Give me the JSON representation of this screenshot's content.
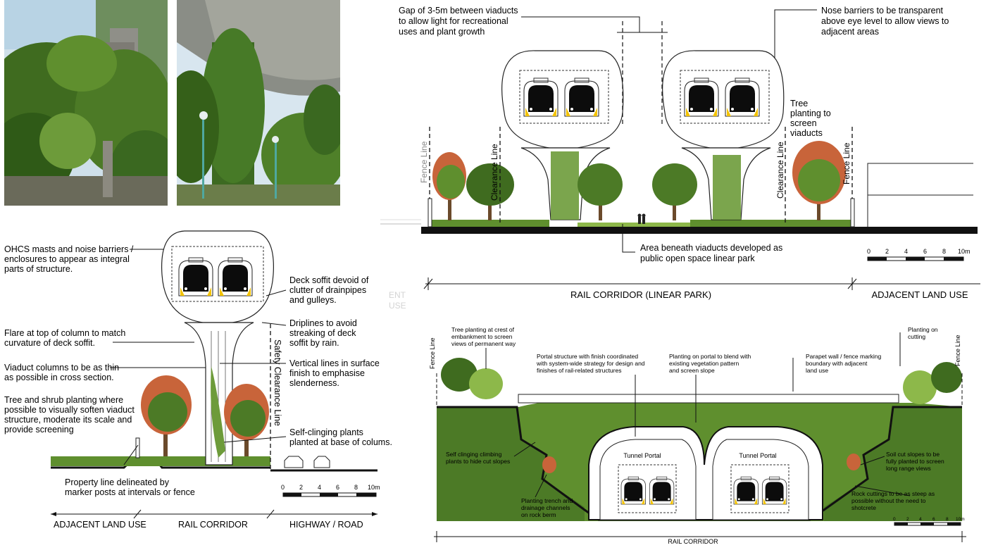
{
  "photos": [
    {
      "name": "green-column-photo"
    },
    {
      "name": "vine-covered-viaduct-photo"
    }
  ],
  "viaduct_pair": {
    "gap_note": [
      "Gap of 3-5m between viaducts",
      "to allow light for recreational",
      "uses and plant growth"
    ],
    "nose_note": [
      "Nose barriers to be transparent",
      "above eye level to allow views to",
      "adjacent areas"
    ],
    "tree_note": [
      "Tree",
      "planting to",
      "screen",
      "viaducts"
    ],
    "park_note": [
      "Area beneath viaducts developed as",
      "public open space linear park"
    ],
    "fence_label": "Fence Line",
    "clearance_label": "Clearance Line",
    "corridor_label": "RAIL CORRIDOR (LINEAR PARK)",
    "adjacent_label": "ADJACENT LAND USE",
    "ghost_label_1": "ENT",
    "ghost_label_2": "USE"
  },
  "single_viaduct": {
    "notes": {
      "ohcs": [
        "OHCS masts and noise barriers /",
        "enclosures to appear as integral",
        "parts of structure."
      ],
      "flare": [
        "Flare at top of column to match",
        "curvature of deck soffit."
      ],
      "thin": [
        "Viaduct columns to be as thin",
        "as possible in cross section."
      ],
      "planting": [
        "Tree and shrub planting where",
        "possible to visually soften viaduct",
        "structure, moderate its scale and",
        "provide screening"
      ],
      "property": [
        "Property line delineated by",
        "marker posts at intervals or fence"
      ],
      "soffit": [
        "Deck soffit devoid of",
        "clutter of drainpipes",
        "and gulleys."
      ],
      "driplines": [
        "Driplines to avoid",
        "streaking of deck",
        "soffit by rain."
      ],
      "vertical": [
        "Vertical lines in surface",
        "finish to emphasise",
        "slenderness."
      ],
      "clinging": [
        "Self-clinging plants",
        "planted at base of colums."
      ]
    },
    "safety_label": "Safety Clearance Line",
    "zones": [
      "ADJACENT LAND USE",
      "RAIL CORRIDOR",
      "HIGHWAY / ROAD"
    ]
  },
  "tunnel": {
    "notes": {
      "crest": [
        "Tree planting at crest of",
        "embankment to screen",
        "views of permanent way"
      ],
      "portal_structure": [
        "Portal structure with finish coordinated",
        "with system-wide strategy for design and",
        "finishes of rail-related structures"
      ],
      "portal_planting": [
        "Planting on portal to blend with",
        "existing vegetation pattern",
        "and screen slope"
      ],
      "parapet": [
        "Parapet wall / fence marking",
        "boundary with adjacent",
        "land use"
      ],
      "cutting": [
        "Planting on",
        "cutting"
      ],
      "climbing": [
        "Self clinging climbing",
        "plants to hide cut slopes"
      ],
      "trench": [
        "Planting trench and",
        "drainage channels",
        "on rock berm"
      ],
      "soil": [
        "Soil cut slopes to be",
        "fully planted to screen",
        "long range views"
      ],
      "rock": [
        "Rock cuttings to be as steep as",
        "possible without the need to",
        "shotcrete"
      ]
    },
    "fence_label": "Fence Line",
    "portal_label": "Tunnel Portal",
    "corridor_label": "RAIL CORRIDOR"
  },
  "scales": {
    "ticks": [
      "0",
      "2",
      "4",
      "6",
      "8",
      "10m"
    ]
  },
  "colors": {
    "foliage": "#5f8f2e",
    "foliage_dark": "#3f6b1f",
    "foliage_light": "#8db84a",
    "trunk": "#6b4a2b",
    "train_yellow": "#f2c200",
    "autumn": "#c8643a",
    "column_green": "#4fa8a0"
  }
}
